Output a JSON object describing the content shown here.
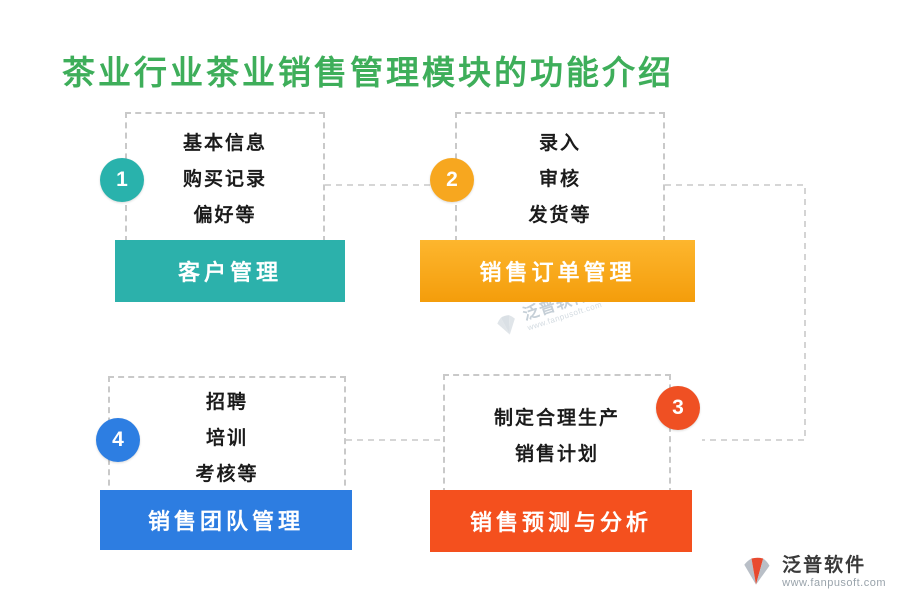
{
  "page": {
    "title": "茶业行业茶业销售管理模块的功能介绍",
    "title_color": "#3eae5a"
  },
  "colors": {
    "teal": "#2cb1ab",
    "orange": "#f7a71f",
    "red_orange": "#f4501e",
    "blue": "#2d7de1",
    "dashed_line_gray": "#c9c9c9"
  },
  "nodes": [
    {
      "number": "1",
      "banner_label": "客户管理",
      "color": "#2cb1ab",
      "lines": [
        "基本信息",
        "购买记录",
        "偏好等"
      ]
    },
    {
      "number": "2",
      "banner_label": "销售订单管理",
      "color": "#f7a71f",
      "lines": [
        "录入",
        "审核",
        "发货等"
      ]
    },
    {
      "number": "3",
      "banner_label": "销售预测与分析",
      "color": "#f4501e",
      "lines": [
        "制定合理生产",
        "销售计划"
      ]
    },
    {
      "number": "4",
      "banner_label": "销售团队管理",
      "color": "#2d7de1",
      "lines": [
        "招聘",
        "培训",
        "考核等"
      ]
    }
  ],
  "watermark": {
    "text": "泛普软件",
    "sub": "www.fanpusoft.com"
  },
  "footer": {
    "brand": "泛普软件",
    "url": "www.fanpusoft.com"
  }
}
